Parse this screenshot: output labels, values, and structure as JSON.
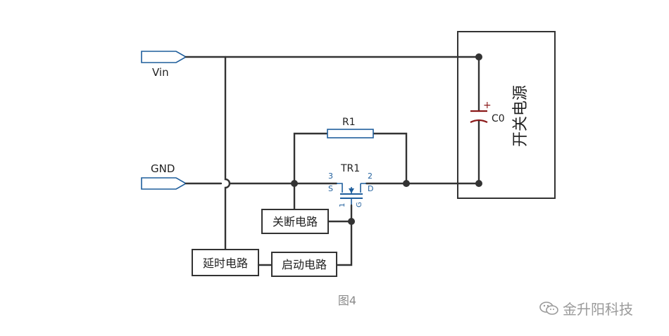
{
  "terminals": {
    "vin": "Vin",
    "gnd": "GND"
  },
  "components": {
    "r1": "R1",
    "tr1": "TR1",
    "pin3": "3",
    "pin2": "2",
    "pin1": "1",
    "pin_s": "S",
    "pin_d": "D",
    "pin_g": "G",
    "c0": "C0",
    "c0_plus": "+"
  },
  "blocks": {
    "switching_supply": "开关电源",
    "shutdown_circuit": "关断电路",
    "delay_circuit": "延时电路",
    "startup_circuit": "启动电路"
  },
  "caption": "图4",
  "watermark": "金升阳科技",
  "colors": {
    "wire": "#333333",
    "terminal": "#1f5e9c",
    "capacitor": "#8b1a1a"
  }
}
